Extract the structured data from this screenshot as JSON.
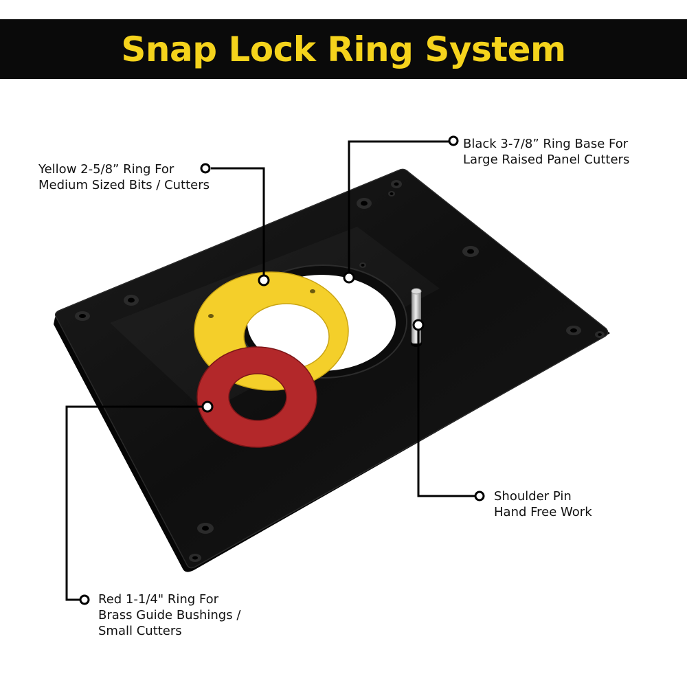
{
  "banner": {
    "title": "Snap Lock Ring System",
    "background_color": "#0a0a0a",
    "title_color": "#f5d31c"
  },
  "callouts": {
    "yellow_ring": {
      "line1": "Yellow 2-5/8” Ring For",
      "line2": "Medium Sized Bits / Cutters"
    },
    "black_ring": {
      "line1": "Black 3-7/8” Ring Base For",
      "line2": "Large Raised Panel Cutters"
    },
    "shoulder_pin": {
      "line1": "Shoulder Pin",
      "line2": "Hand Free Work"
    },
    "red_ring": {
      "line1": "Red 1-1/4\" Ring For",
      "line2": "Brass Guide Bushings /",
      "line3": "Small Cutters"
    }
  },
  "colors": {
    "plate": "#121212",
    "yellow_ring": "#f4cf2a",
    "red_ring": "#b3282a",
    "pin": "#c9c9c9"
  }
}
